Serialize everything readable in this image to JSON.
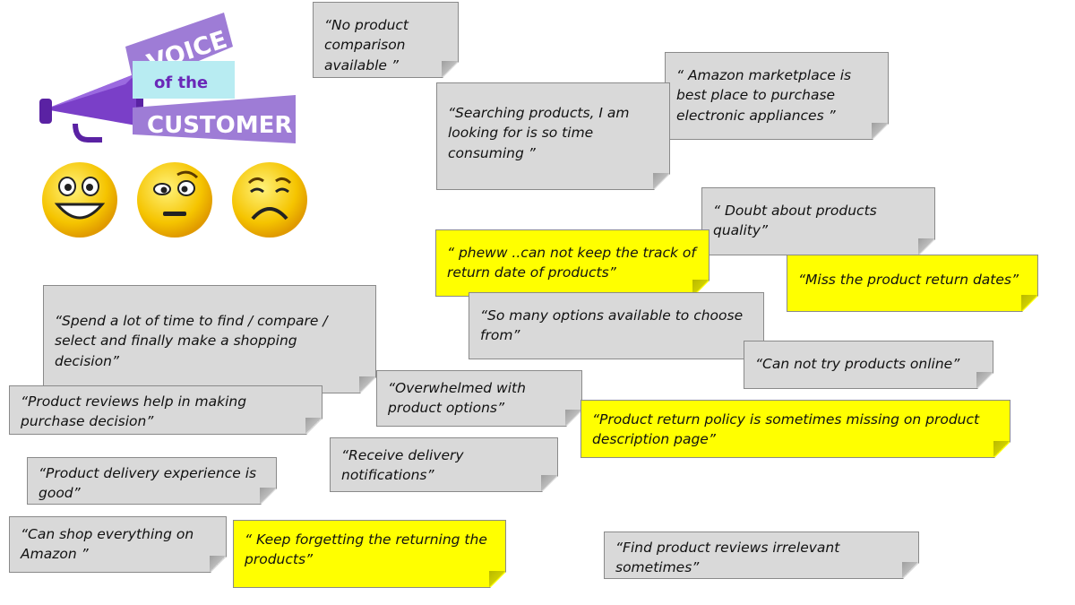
{
  "logo": {
    "line1": "VOICE",
    "line2": "of the",
    "line3": "CUSTOMER",
    "colors": {
      "purple": "#9e7cd6",
      "dark_purple": "#6a28b8",
      "cyan": "#b8ecf2",
      "text": "#ffffff",
      "text_dark": "#5b2b9e"
    }
  },
  "emojis": [
    {
      "name": "happy-face-icon"
    },
    {
      "name": "neutral-face-icon"
    },
    {
      "name": "sad-face-icon"
    }
  ],
  "notes": [
    {
      "text": "“No product comparison available ”",
      "color": "gray"
    },
    {
      "text": "“ Amazon marketplace is best place to purchase electronic appliances ”",
      "color": "gray"
    },
    {
      "text": "“Searching products, I am looking for is so time consuming ”",
      "color": "gray"
    },
    {
      "text": "“ Doubt about products quality”",
      "color": "gray"
    },
    {
      "text": "“ pheww ..can not keep the track of return date of products”",
      "color": "yellow"
    },
    {
      "text": "“Miss the product return dates”",
      "color": "yellow"
    },
    {
      "text": "“Spend a lot of time to find / compare / select and finally make a shopping decision”",
      "color": "gray"
    },
    {
      "text": "“So many options available to choose from”",
      "color": "gray"
    },
    {
      "text": "“Can not try products online”",
      "color": "gray"
    },
    {
      "text": "“Product reviews help in making purchase decision”",
      "color": "gray"
    },
    {
      "text": "“Overwhelmed with product options”",
      "color": "gray"
    },
    {
      "text": "“Product return policy is sometimes missing on product description page”",
      "color": "yellow"
    },
    {
      "text": "“Receive delivery notifications”",
      "color": "gray"
    },
    {
      "text": "“Product delivery experience is good”",
      "color": "gray"
    },
    {
      "text": "“Can shop everything on Amazon ”",
      "color": "gray"
    },
    {
      "text": "“ Keep forgetting the returning the products”",
      "color": "yellow"
    },
    {
      "text": "“Find  product reviews irrelevant sometimes”",
      "color": "gray"
    }
  ]
}
